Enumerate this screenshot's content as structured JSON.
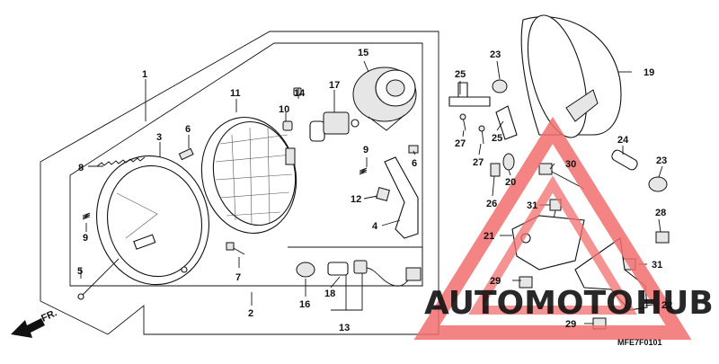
{
  "diagram": {
    "callouts": [
      {
        "id": "c1",
        "label": "1"
      },
      {
        "id": "c2",
        "label": "2"
      },
      {
        "id": "c3",
        "label": "3"
      },
      {
        "id": "c4",
        "label": "4"
      },
      {
        "id": "c5",
        "label": "5"
      },
      {
        "id": "c6a",
        "label": "6"
      },
      {
        "id": "c6b",
        "label": "6"
      },
      {
        "id": "c7",
        "label": "7"
      },
      {
        "id": "c8",
        "label": "8"
      },
      {
        "id": "c9a",
        "label": "9"
      },
      {
        "id": "c9b",
        "label": "9"
      },
      {
        "id": "c10",
        "label": "10"
      },
      {
        "id": "c11",
        "label": "11"
      },
      {
        "id": "c12",
        "label": "12"
      },
      {
        "id": "c13",
        "label": "13"
      },
      {
        "id": "c14",
        "label": "14"
      },
      {
        "id": "c15",
        "label": "15"
      },
      {
        "id": "c16",
        "label": "16"
      },
      {
        "id": "c17",
        "label": "17"
      },
      {
        "id": "c18",
        "label": "18"
      },
      {
        "id": "c19",
        "label": "19"
      },
      {
        "id": "c20",
        "label": "20"
      },
      {
        "id": "c21",
        "label": "21"
      },
      {
        "id": "c22",
        "label": "22"
      },
      {
        "id": "c23a",
        "label": "23"
      },
      {
        "id": "c23b",
        "label": "23"
      },
      {
        "id": "c24",
        "label": "24"
      },
      {
        "id": "c25a",
        "label": "25"
      },
      {
        "id": "c25b",
        "label": "25"
      },
      {
        "id": "c26",
        "label": "26"
      },
      {
        "id": "c27a",
        "label": "27"
      },
      {
        "id": "c27b",
        "label": "27"
      },
      {
        "id": "c28",
        "label": "28"
      },
      {
        "id": "c29a",
        "label": "29"
      },
      {
        "id": "c29b",
        "label": "29"
      },
      {
        "id": "c30",
        "label": "30"
      },
      {
        "id": "c31a",
        "label": "31"
      },
      {
        "id": "c31b",
        "label": "31"
      }
    ],
    "front_marker": "FR.",
    "diagram_code": "MFE7F0101",
    "watermark": {
      "text_left": "AUTOMOTO",
      "text_right": "HUB",
      "color_text": "#f5c98a",
      "color_triangle": "#f26d6d"
    }
  }
}
